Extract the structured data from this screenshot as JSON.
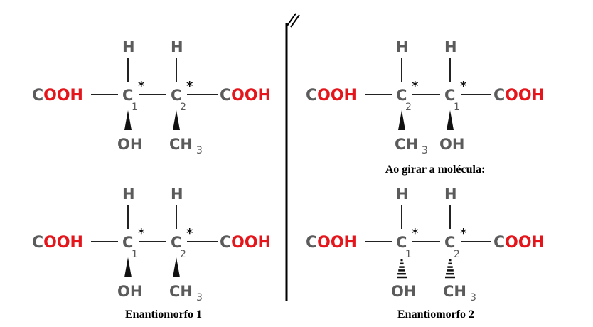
{
  "atoms": {
    "cooh_c": "C",
    "cooh_ooh": "OOH",
    "carbon": "C",
    "hydrogen": "H",
    "oh": "OH",
    "ch": "CH",
    "sub3": "3",
    "star": "*",
    "num1": "1",
    "num2": "2"
  },
  "divider_mark": "//",
  "colors": {
    "gray": "#5b5b5b",
    "red": "#e4151b",
    "black": "#000000"
  },
  "labels": {
    "rotate": "Ao girar a molécula:",
    "enantiomer1": "Enantiomorfo 1",
    "enantiomer2": "Enantiomorfo 2"
  }
}
